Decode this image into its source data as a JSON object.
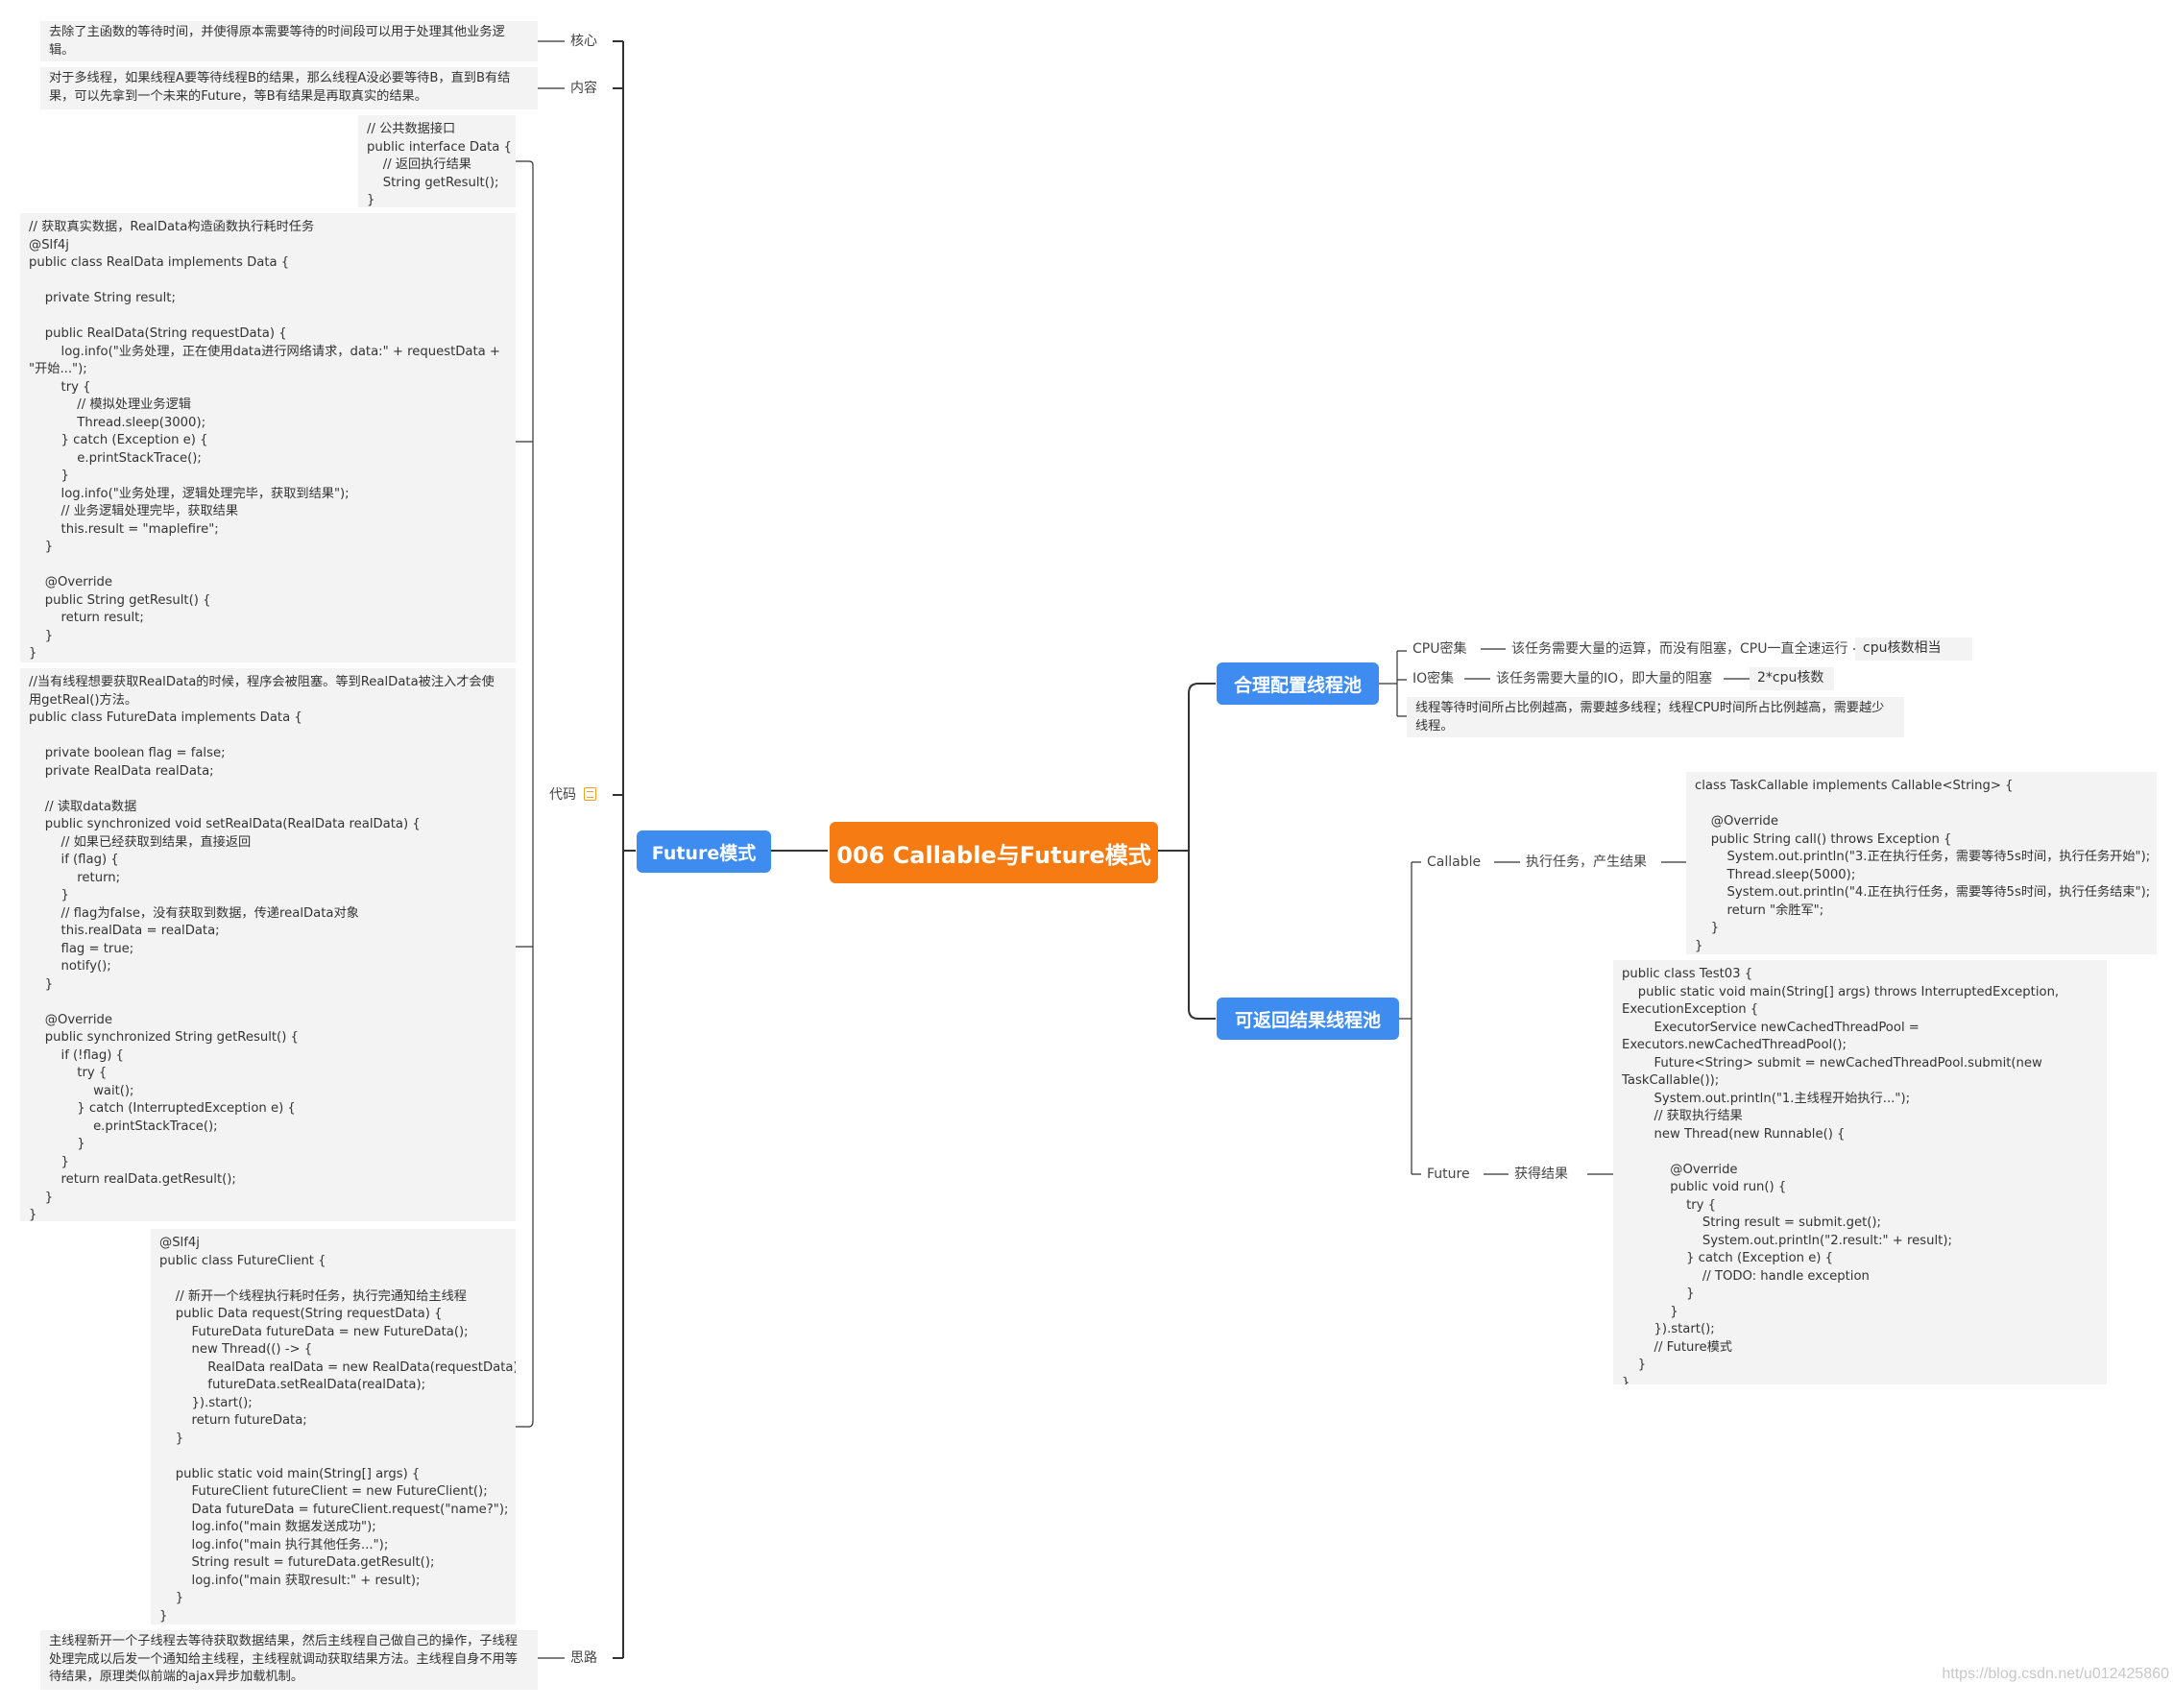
{
  "root": {
    "title": "006 Callable与Future模式"
  },
  "future_mode": {
    "title": "Future模式",
    "core": {
      "label": "核心",
      "text": "去除了主函数的等待时间，并使得原本需要等待的时间段可以用于处理其他业务逻辑。"
    },
    "content": {
      "label": "内容",
      "text": "对于多线程，如果线程A要等待线程B的结果，那么线程A没必要等待B，直到B有结果，可以先拿到一个未来的Future，等B有结果是再取真实的结果。"
    },
    "code": {
      "label": "代码",
      "blocks": [
        "// 公共数据接口\npublic interface Data {\n    // 返回执行结果\n    String getResult();\n}",
        "// 获取真实数据，RealData构造函数执行耗时任务\n@Slf4j\npublic class RealData implements Data {\n\n    private String result;\n\n    public RealData(String requestData) {\n        log.info(\"业务处理，正在使用data进行网络请求，data:\" + requestData +\n\"开始...\");\n        try {\n            // 模拟处理业务逻辑\n            Thread.sleep(3000);\n        } catch (Exception e) {\n            e.printStackTrace();\n        }\n        log.info(\"业务处理，逻辑处理完毕，获取到结果\");\n        // 业务逻辑处理完毕，获取结果\n        this.result = \"maplefire\";\n    }\n\n    @Override\n    public String getResult() {\n        return result;\n    }\n}",
        "//当有线程想要获取RealData的时候，程序会被阻塞。等到RealData被注入才会使\n用getReal()方法。\npublic class FutureData implements Data {\n\n    private boolean flag = false;\n    private RealData realData;\n\n    // 读取data数据\n    public synchronized void setRealData(RealData realData) {\n        // 如果已经获取到结果，直接返回\n        if (flag) {\n            return;\n        }\n        // flag为false，没有获取到数据，传递realData对象\n        this.realData = realData;\n        flag = true;\n        notify();\n    }\n\n    @Override\n    public synchronized String getResult() {\n        if (!flag) {\n            try {\n                wait();\n            } catch (InterruptedException e) {\n                e.printStackTrace();\n            }\n        }\n        return realData.getResult();\n    }\n}",
        "@Slf4j\npublic class FutureClient {\n\n    // 新开一个线程执行耗时任务，执行完通知给主线程\n    public Data request(String requestData) {\n        FutureData futureData = new FutureData();\n        new Thread(() -> {\n            RealData realData = new RealData(requestData);\n            futureData.setRealData(realData);\n        }).start();\n        return futureData;\n    }\n\n    public static void main(String[] args) {\n        FutureClient futureClient = new FutureClient();\n        Data futureData = futureClient.request(\"name?\");\n        log.info(\"main 数据发送成功\");\n        log.info(\"main 执行其他任务...\");\n        String result = futureData.getResult();\n        log.info(\"main 获取result:\" + result);\n    }\n}"
      ]
    },
    "idea": {
      "label": "思路",
      "text": "主线程新开一个子线程去等待获取数据结果，然后主线程自己做自己的操作，子线程处理完成以后发一个通知给主线程，主线程就调动获取结果方法。主线程自身不用等待结果，原理类似前端的ajax异步加载机制。"
    }
  },
  "pool_config": {
    "title": "合理配置线程池",
    "cpu": {
      "label": "CPU密集",
      "desc": "该任务需要大量的运算，而没有阻塞，CPU一直全速运行",
      "value": "cpu核数相当"
    },
    "io": {
      "label": "IO密集",
      "desc": "该任务需要大量的IO，即大量的阻塞",
      "value": "2*cpu核数"
    },
    "note": "线程等待时间所占比例越高，需要越多线程；线程CPU时间所占比例越高，需要越少线程。"
  },
  "result_pool": {
    "title": "可返回结果线程池",
    "callable": {
      "label": "Callable",
      "sub": "执行任务，产生结果",
      "code": "class TaskCallable implements Callable<String> {\n\n    @Override\n    public String call() throws Exception {\n        System.out.println(\"3.正在执行任务，需要等待5s时间，执行任务开始\");\n        Thread.sleep(5000);\n        System.out.println(\"4.正在执行任务，需要等待5s时间，执行任务结束\");\n        return \"余胜军\";\n    }\n}"
    },
    "future": {
      "label": "Future",
      "sub": "获得结果",
      "code": "public class Test03 {\n    public static void main(String[] args) throws InterruptedException,\nExecutionException {\n        ExecutorService newCachedThreadPool =\nExecutors.newCachedThreadPool();\n        Future<String> submit = newCachedThreadPool.submit(new\nTaskCallable());\n        System.out.println(\"1.主线程开始执行...\");\n        // 获取执行结果\n        new Thread(new Runnable() {\n\n            @Override\n            public void run() {\n                try {\n                    String result = submit.get();\n                    System.out.println(\"2.result:\" + result);\n                } catch (Exception e) {\n                    // TODO: handle exception\n                }\n            }\n        }).start();\n        // Future模式\n    }\n}"
    }
  },
  "watermark": "https://blog.csdn.net/u012425860"
}
